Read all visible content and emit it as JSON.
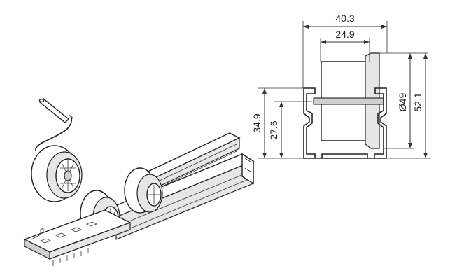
{
  "dimensions": {
    "outer_width": "40.3",
    "inner_width": "24.9",
    "outer_height": "34.9",
    "inner_height": "27.6",
    "roller_diameter": "Ø49",
    "total_height": "52.1"
  },
  "colors": {
    "line": "#333333",
    "fill_light": "#e6e6e6",
    "fill_mid": "#cfcfcf",
    "background": "#ffffff"
  }
}
